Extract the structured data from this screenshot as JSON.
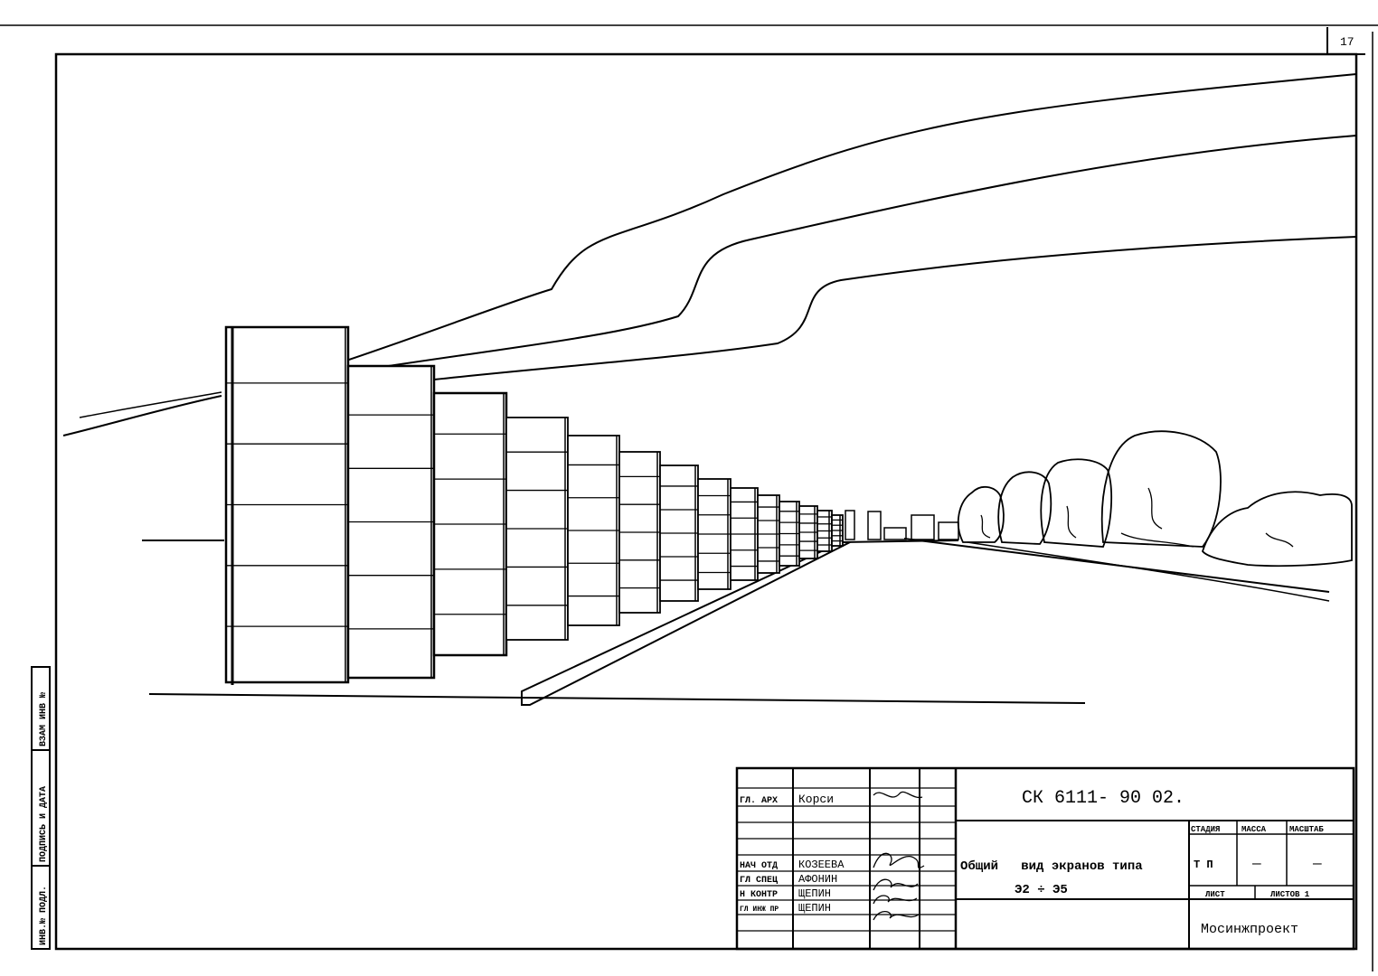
{
  "sheet_number": "17",
  "side_stamp": {
    "col1": "ИНВ.№ ПОДЛ.",
    "col2": "ПОДПИСЬ И ДАТА",
    "col3": "ВЗАМ ИНВ №"
  },
  "title_block": {
    "doc_code": "СК 6111- 90 02.",
    "title_line1": "Общий   вид экранов типа",
    "title_line2": "Э2 ÷ Э5",
    "org": "Мосинжпроект",
    "headers": {
      "stage": "СТАДИЯ",
      "mass": "МАССА",
      "scale": "МАСШТАБ"
    },
    "values": {
      "stage": "Т П",
      "mass": "—",
      "scale": "—"
    },
    "sheet_label": "ЛИСТ",
    "sheets_label": "ЛИСТОВ 1",
    "roles": [
      {
        "role": "ГЛ. АРХ",
        "name": "Корси"
      },
      {
        "role": "НАЧ ОТД",
        "name": "КОЗЕЕВА"
      },
      {
        "role": "ГЛ СПЕЦ",
        "name": "АФОНИН"
      },
      {
        "role": "Н КОНТР",
        "name": "ЩЕПИН"
      },
      {
        "role": "ГЛ ИНЖ ПР",
        "name": "ЩЕПИН"
      }
    ]
  }
}
